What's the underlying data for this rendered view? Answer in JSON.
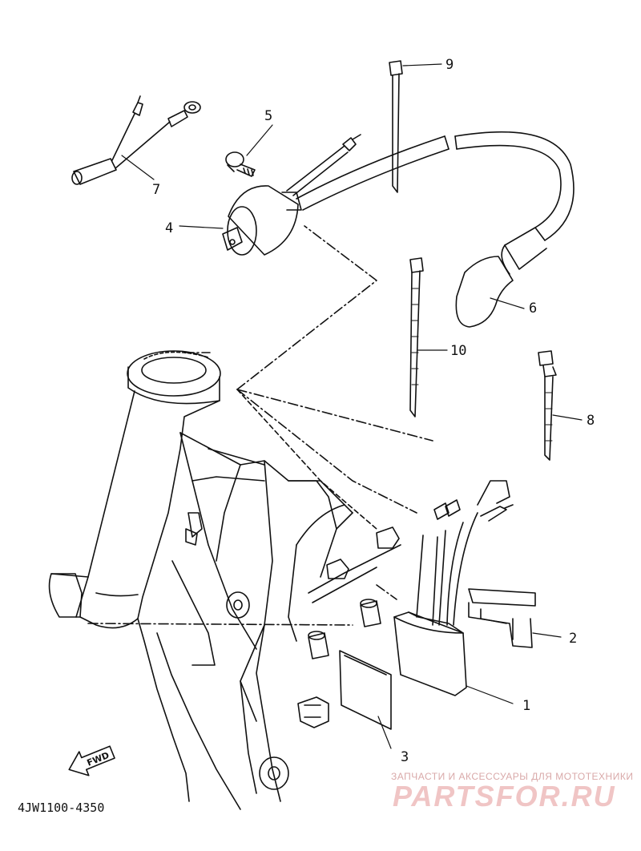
{
  "diagram": {
    "callouts": [
      {
        "id": "1",
        "label": "1"
      },
      {
        "id": "2",
        "label": "2"
      },
      {
        "id": "3",
        "label": "3"
      },
      {
        "id": "4",
        "label": "4"
      },
      {
        "id": "5",
        "label": "5"
      },
      {
        "id": "6",
        "label": "6"
      },
      {
        "id": "7",
        "label": "7"
      },
      {
        "id": "8",
        "label": "8"
      },
      {
        "id": "9",
        "label": "9"
      },
      {
        "id": "10",
        "label": "10"
      }
    ],
    "direction_arrow": "FWD",
    "drawing_code": "4JW1100-4350"
  },
  "watermark": {
    "tagline": "ЗАПЧАСТИ И АКСЕССУАРЫ ДЛЯ МОТОТЕХНИКИ",
    "logo": "PARTSFOR.RU"
  },
  "colors": {
    "line": "#111111",
    "watermark": "#f0c5c5"
  }
}
